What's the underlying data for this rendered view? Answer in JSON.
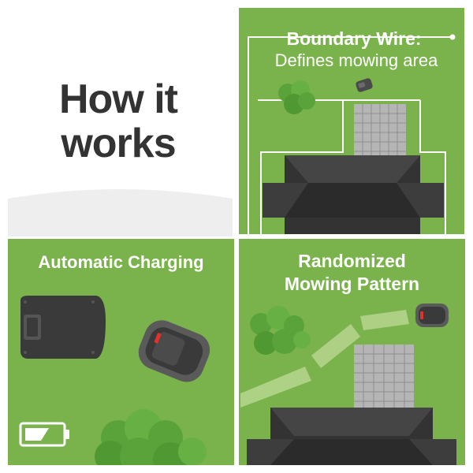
{
  "intro": {
    "title_line1": "How it",
    "title_line2": "works"
  },
  "boundary_panel": {
    "heading": "Boundary Wire:",
    "subheading": "Defines mowing area"
  },
  "charging_panel": {
    "heading": "Automatic Charging"
  },
  "random_panel": {
    "heading_line1": "Randomized",
    "heading_line2": "Mowing Pattern"
  },
  "colors": {
    "grass": "#7ab34c",
    "shrub": "#5aa33a",
    "roof": "#3a3a3a",
    "paving": "#b5b5b5",
    "wire": "#ffffff",
    "path_trail": "#b6d68f",
    "text_dark": "#333333",
    "mower_accent": "#e0312d"
  },
  "icons": [
    "robot-mower-icon",
    "charging-station-icon",
    "battery-icon",
    "shrub-icon",
    "house-roof-icon",
    "paving-tile-icon"
  ]
}
